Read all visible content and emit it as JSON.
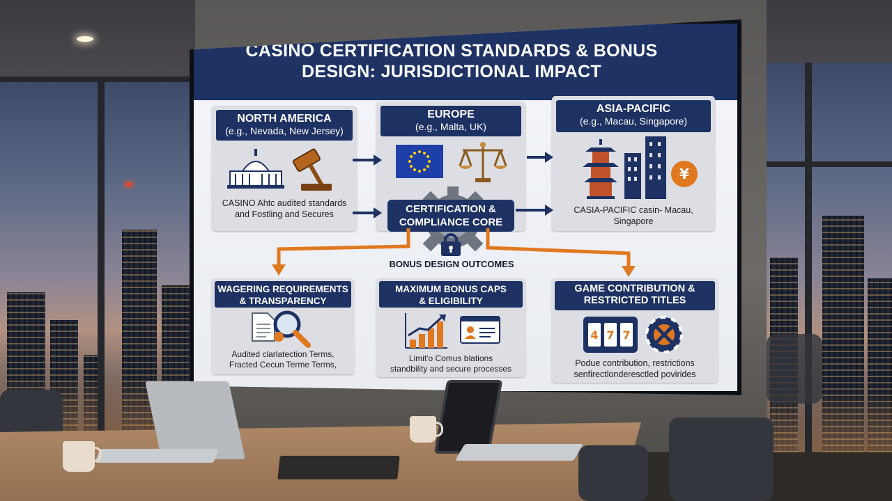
{
  "colors": {
    "navy": "#1d3163",
    "orange": "#e07820",
    "screen_bg": "#eceff3",
    "card_bg": "#dcdee3"
  },
  "infographic": {
    "title_line1": "CASINO CERTIFICATION STANDARDS & BONUS",
    "title_line2": "DESIGN: JURISDICTIONAL IMPACT",
    "regions": [
      {
        "name": "NORTH AMERICA",
        "subtitle": "(e.g., Nevada, New Jersey)",
        "body_line1": "CASINO Ahtc audited standards",
        "body_line2": "and Fostling and Secures",
        "icons": [
          "capitol-building-icon",
          "gavel-icon"
        ]
      },
      {
        "name": "EUROPE",
        "subtitle": "(e.g., Malta, UK)",
        "icons": [
          "eu-flag-icon",
          "scales-of-justice-icon"
        ]
      },
      {
        "name": "ASIA-PACIFIC",
        "subtitle": "(e.g., Macau, Singapore)",
        "body_line1": "CASIA-PACIFIC casin- Macau,",
        "body_line2": "Singapore",
        "icons": [
          "pagoda-icon",
          "skyscraper-icon",
          "yen-coin-icon"
        ]
      }
    ],
    "core_line1": "CERTIFICATION &",
    "core_line2": "COMPLIANCE CORE",
    "core_icons": [
      "gear-icon",
      "padlock-icon"
    ],
    "outcomes_label": "BONUS DESIGN OUTCOMES",
    "outcomes": [
      {
        "title_line1": "WAGERING REQUIREMENTS",
        "title_line2": "& TRANSPARENCY",
        "body_line1": "Audited clarlatection Terms,",
        "body_line2": "Fracted Cecun Terme Terms,",
        "icons": [
          "document-icon",
          "magnifier-icon"
        ]
      },
      {
        "title_line1": "MAXIMUM BONUS CAPS",
        "title_line2": "& ELIGIBILITY",
        "body_line1": "Limit'o Comus blations",
        "body_line2": "standbility and secure processes",
        "icons": [
          "growth-bar-chart-icon",
          "id-card-icon"
        ]
      },
      {
        "title_line1": "GAME CONTRIBUTION &",
        "title_line2": "RESTRICTED TITLES",
        "body_line1": "Podue contribution, restrictions",
        "body_line2": "senfirectlonderesctled povirides",
        "icons": [
          "slot-machine-icon",
          "restricted-chip-icon"
        ]
      }
    ]
  }
}
